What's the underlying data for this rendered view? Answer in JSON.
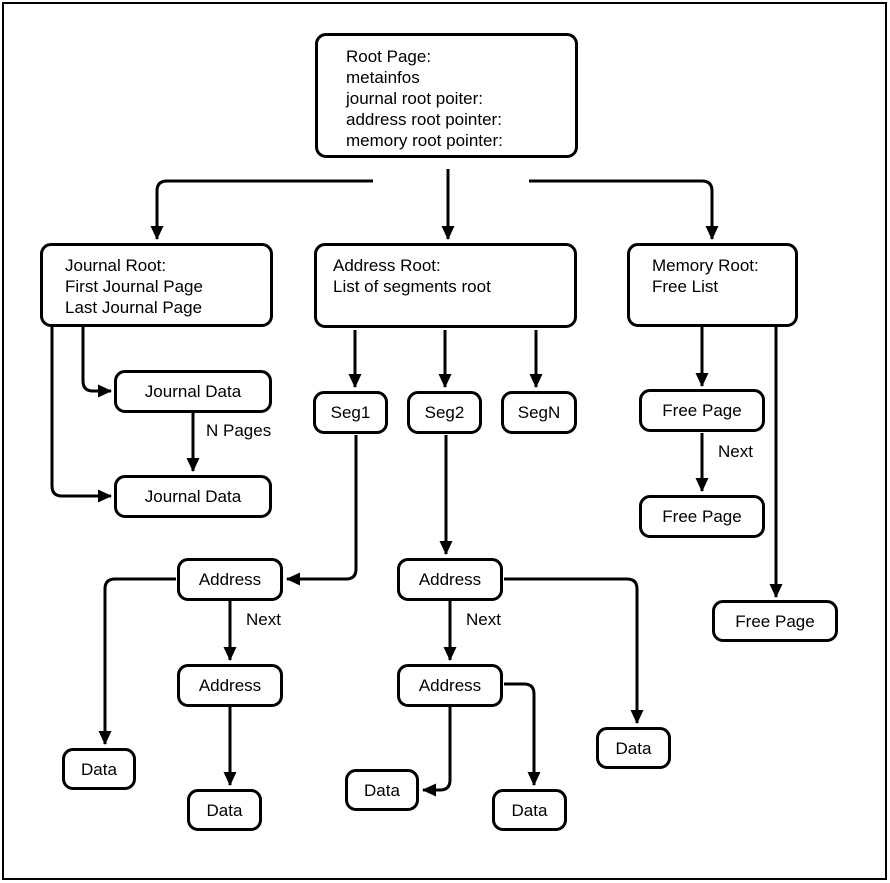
{
  "diagram": {
    "title_implicit": "Page structure diagram",
    "colors": {
      "line": "#000000",
      "background": "#ffffff"
    },
    "nodes": {
      "root_page": {
        "lines": [
          "Root Page:",
          "metainfos",
          "journal root poiter:",
          "address root pointer:",
          "memory root pointer:"
        ]
      },
      "journal_root": {
        "lines": [
          "Journal Root:",
          "First Journal Page",
          "Last Journal Page"
        ]
      },
      "address_root": {
        "lines": [
          "Address Root:",
          "List of segments root"
        ]
      },
      "memory_root": {
        "lines": [
          "Memory Root:",
          "Free List"
        ]
      },
      "journal_data_1": {
        "label": "Journal Data"
      },
      "journal_data_2": {
        "label": "Journal Data"
      },
      "seg1": {
        "label": "Seg1"
      },
      "seg2": {
        "label": "Seg2"
      },
      "segn": {
        "label": "SegN"
      },
      "free_page_1": {
        "label": "Free Page"
      },
      "free_page_2": {
        "label": "Free Page"
      },
      "free_page_3": {
        "label": "Free Page"
      },
      "address_l1": {
        "label": "Address"
      },
      "address_l2": {
        "label": "Address"
      },
      "address_m1": {
        "label": "Address"
      },
      "address_m2": {
        "label": "Address"
      },
      "data_left": {
        "label": "Data"
      },
      "data_l2_child": {
        "label": "Data"
      },
      "data_m2_left": {
        "label": "Data"
      },
      "data_m2_right": {
        "label": "Data"
      },
      "data_m1_right": {
        "label": "Data"
      }
    },
    "edge_labels": {
      "n_pages": "N Pages",
      "next_free": "Next",
      "next_left": "Next",
      "next_middle": "Next"
    }
  }
}
